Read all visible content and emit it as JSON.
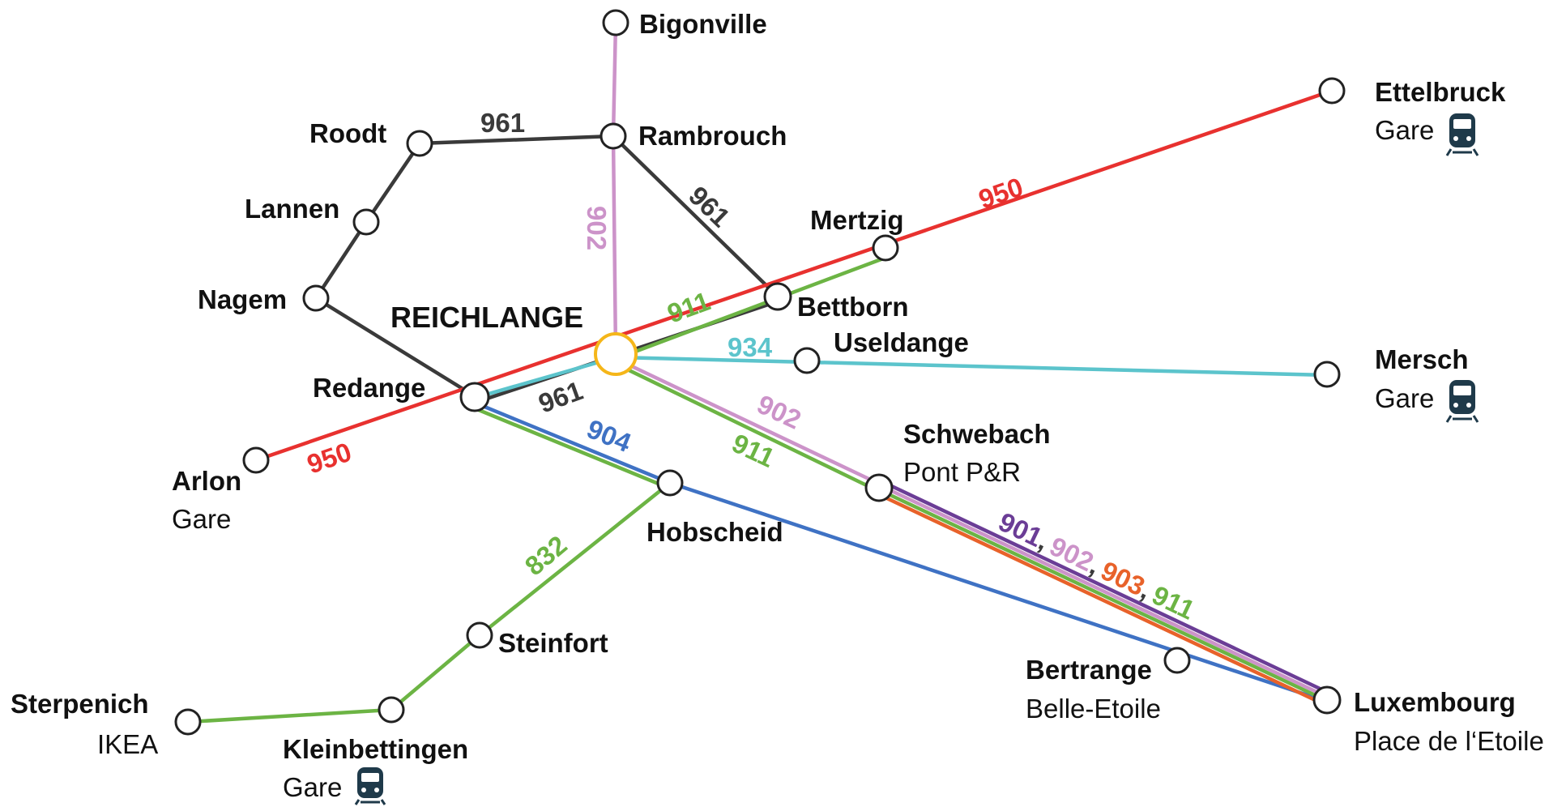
{
  "colors": {
    "950": "#e8312f",
    "961": "#3a3a3a",
    "902": "#cc93c9",
    "911": "#6cb444",
    "934": "#5cc4cc",
    "904": "#3f72c4",
    "901": "#6b3d96",
    "903": "#e8622a",
    "832": "#6cb444",
    "hub": "#f5b619"
  },
  "hub": {
    "label": "REICHLANGE"
  },
  "stops": {
    "bigonville": {
      "name": "Bigonville"
    },
    "ettelbruck": {
      "name": "Ettelbruck",
      "sub": "Gare",
      "train": true
    },
    "roodt": {
      "name": "Roodt"
    },
    "rambrouch": {
      "name": "Rambrouch"
    },
    "lannen": {
      "name": "Lannen"
    },
    "mertzig": {
      "name": "Mertzig"
    },
    "nagem": {
      "name": "Nagem"
    },
    "bettborn": {
      "name": "Bettborn"
    },
    "useldange": {
      "name": "Useldange"
    },
    "mersch": {
      "name": "Mersch",
      "sub": "Gare",
      "train": true
    },
    "redange": {
      "name": "Redange"
    },
    "arlon": {
      "name": "Arlon",
      "sub": "Gare"
    },
    "schwebach": {
      "name": "Schwebach",
      "sub": "Pont P&R"
    },
    "hobscheid": {
      "name": "Hobscheid"
    },
    "steinfort": {
      "name": "Steinfort"
    },
    "bertrange": {
      "name": "Bertrange",
      "sub": "Belle-Etoile"
    },
    "luxembourg": {
      "name": "Luxembourg",
      "sub": "Place de l‘Etoile"
    },
    "sterpenich": {
      "name": "Sterpenich",
      "sub": "IKEA"
    },
    "kleinbettingen": {
      "name": "Kleinbettingen",
      "sub": "Gare",
      "train": true
    }
  },
  "route_labels": {
    "r961_top": "961",
    "r961_diag": "961",
    "r902_vert": "902",
    "r950_east": "950",
    "r911_hub": "911",
    "r934": "934",
    "r961_hub": "961",
    "r904": "904",
    "r950_west": "950",
    "r902_diag": "902",
    "r911_diag": "911",
    "r832": "832",
    "lux_901": "901",
    "lux_902": "902",
    "lux_903": "903",
    "lux_911": "911",
    "comma": ","
  }
}
